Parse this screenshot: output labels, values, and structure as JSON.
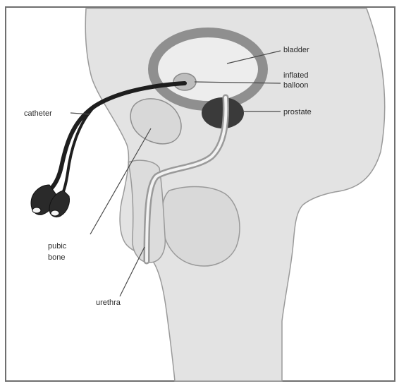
{
  "labels": {
    "bladder": "bladder",
    "inflated_balloon_line1": "inflated",
    "inflated_balloon_line2": "balloon",
    "prostate": "prostate",
    "catheter": "catheter",
    "pubic_bone_line1": "pubic",
    "pubic_bone_line2": "bone",
    "urethra": "urethra"
  },
  "colors": {
    "frame": "#6f6f6f",
    "body_fill": "#e3e3e3",
    "body_stroke": "#9a9a9a",
    "bladder_wall": "#8f8f8f",
    "prostate": "#3a3a3a",
    "balloon": "#bdbdbd",
    "catheter": "#1e1e1e",
    "bone": "#d8d8d8",
    "leader": "#4a4a4a",
    "text": "#2b2b2b"
  }
}
